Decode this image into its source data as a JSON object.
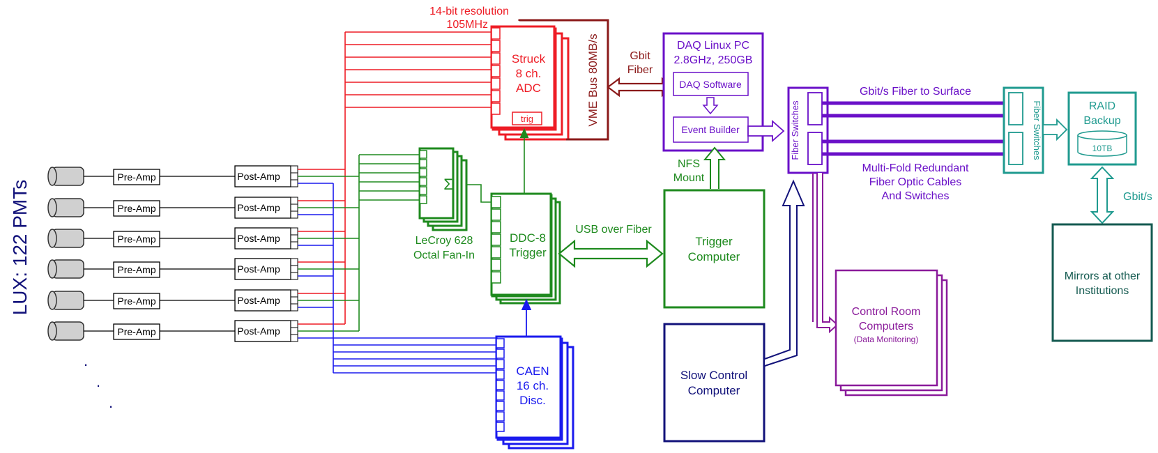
{
  "colors": {
    "red": "#ee1c25",
    "darkred": "#8b1a1a",
    "green": "#1e8a1e",
    "blue": "#1a1aee",
    "purple": "#6a10c8",
    "magenta": "#8a1a9a",
    "navy": "#12127a",
    "teal": "#1f9a8f",
    "darkteal": "#145a50",
    "pmtGray": "#d0d0d0"
  },
  "side_label": "LUX: 122 PMTs",
  "pmt_rows": [
    {
      "preamp": "Pre-Amp",
      "postamp": "Post-Amp"
    },
    {
      "preamp": "Pre-Amp",
      "postamp": "Post-Amp"
    },
    {
      "preamp": "Pre-Amp",
      "postamp": "Post-Amp"
    },
    {
      "preamp": "Pre-Amp",
      "postamp": "Post-Amp"
    },
    {
      "preamp": "Pre-Amp",
      "postamp": "Post-Amp"
    },
    {
      "preamp": "Pre-Amp",
      "postamp": "Post-Amp"
    }
  ],
  "ellipsis_dots": [
    ".",
    ".",
    "."
  ],
  "struck": {
    "res_line1": "14-bit resolution",
    "res_line2": "105MHz",
    "line1": "Struck",
    "line2": "8 ch.",
    "line3": "ADC",
    "trig": "trig"
  },
  "vme": {
    "label": "VME Bus 80MB/s"
  },
  "gbit_fiber": {
    "line1": "Gbit",
    "line2": "Fiber"
  },
  "daq": {
    "title_line1": "DAQ Linux PC",
    "title_line2": "2.8GHz, 250GB",
    "software": "DAQ Software",
    "event_builder": "Event Builder"
  },
  "nfs": {
    "line1": "NFS",
    "line2": "Mount"
  },
  "fanin": {
    "symbol": "Σ",
    "line1": "LeCroy 628",
    "line2": "Octal Fan-In"
  },
  "ddc": {
    "line1": "DDC-8",
    "line2": "Trigger"
  },
  "usb_fiber": "USB over Fiber",
  "trigger_pc": {
    "line1": "Trigger",
    "line2": "Computer"
  },
  "caen": {
    "line1": "CAEN",
    "line2": "16 ch.",
    "line3": "Disc."
  },
  "slow_control": {
    "line1": "Slow Control",
    "line2": "Computer"
  },
  "fiber_switches_left": "Fiber Switches",
  "fiber_switches_right": "Fiber Switches",
  "fiber_surface": "Gbit/s Fiber to Surface",
  "redundant": {
    "line1": "Multi-Fold Redundant",
    "line2": "Fiber Optic Cables",
    "line3": "And Switches"
  },
  "raid": {
    "line1": "RAID",
    "line2": "Backup",
    "disk": "10TB"
  },
  "gbits": "Gbit/s",
  "mirrors": {
    "line1": "Mirrors at other",
    "line2": "Institutions"
  },
  "control_room": {
    "line1": "Control Room",
    "line2": "Computers",
    "line3": "(Data Monitoring)"
  }
}
